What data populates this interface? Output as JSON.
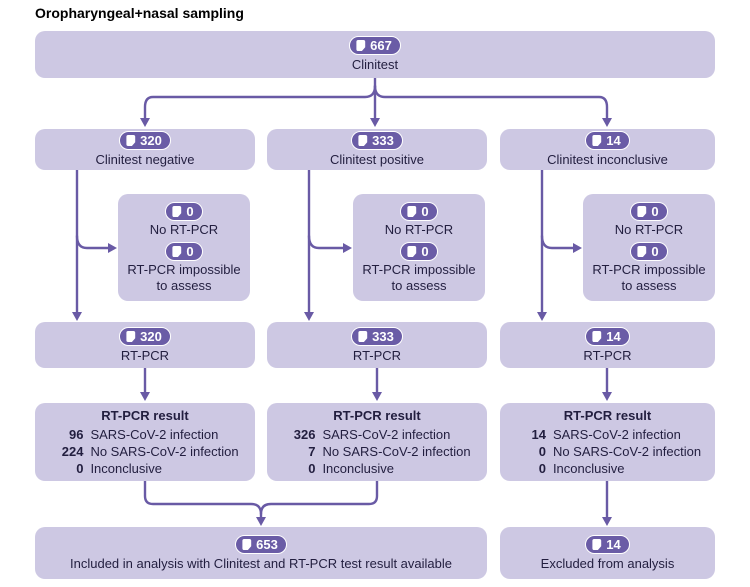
{
  "title": "Oropharyngeal+nasal sampling",
  "colors": {
    "box_fill": "#cdc8e3",
    "badge_fill": "#6a5ca6",
    "arrow": "#695aa5",
    "text": "#221e3f"
  },
  "icons": {
    "badge_icon": "document-icon"
  },
  "root": {
    "count": "667",
    "label": "Clinitest"
  },
  "branches": [
    {
      "count": "320",
      "label": "Clinitest negative",
      "side": {
        "no_rtpcr_count": "0",
        "no_rtpcr_label": "No RT-PCR",
        "impossible_count": "0",
        "impossible_label": "RT-PCR impossible to assess"
      },
      "rtpcr": {
        "count": "320",
        "label": "RT-PCR"
      },
      "result": {
        "title": "RT-PCR result",
        "rows": [
          {
            "n": "96",
            "label": "SARS-CoV-2 infection"
          },
          {
            "n": "224",
            "label": "No SARS-CoV-2 infection"
          },
          {
            "n": "0",
            "label": "Inconclusive"
          }
        ]
      }
    },
    {
      "count": "333",
      "label": "Clinitest positive",
      "side": {
        "no_rtpcr_count": "0",
        "no_rtpcr_label": "No RT-PCR",
        "impossible_count": "0",
        "impossible_label": "RT-PCR impossible to assess"
      },
      "rtpcr": {
        "count": "333",
        "label": "RT-PCR"
      },
      "result": {
        "title": "RT-PCR result",
        "rows": [
          {
            "n": "326",
            "label": "SARS-CoV-2 infection"
          },
          {
            "n": "7",
            "label": "No SARS-CoV-2 infection"
          },
          {
            "n": "0",
            "label": "Inconclusive"
          }
        ]
      }
    },
    {
      "count": "14",
      "label": "Clinitest inconclusive",
      "side": {
        "no_rtpcr_count": "0",
        "no_rtpcr_label": "No RT-PCR",
        "impossible_count": "0",
        "impossible_label": "RT-PCR impossible to assess"
      },
      "rtpcr": {
        "count": "14",
        "label": "RT-PCR"
      },
      "result": {
        "title": "RT-PCR result",
        "rows": [
          {
            "n": "14",
            "label": "SARS-CoV-2 infection"
          },
          {
            "n": "0",
            "label": "No SARS-CoV-2 infection"
          },
          {
            "n": "0",
            "label": "Inconclusive"
          }
        ]
      }
    }
  ],
  "outcomes": {
    "included": {
      "count": "653",
      "label": "Included in analysis with Clinitest and RT-PCR test result available"
    },
    "excluded": {
      "count": "14",
      "label": "Excluded from analysis"
    }
  }
}
